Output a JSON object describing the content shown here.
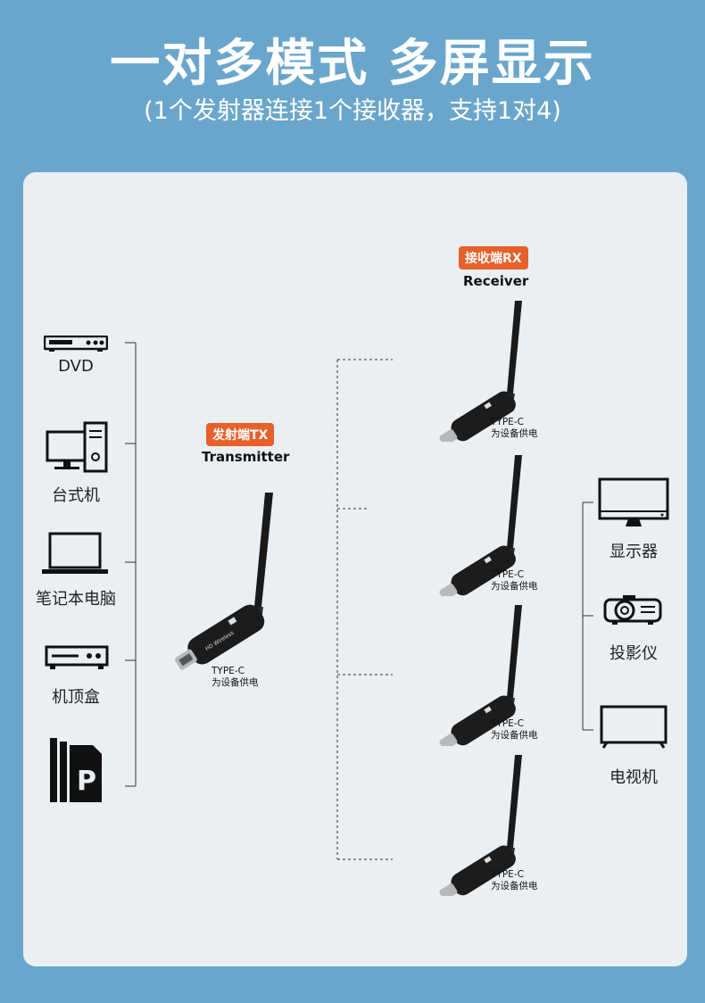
{
  "title": "一对多模式 多屏显示",
  "subtitle": "(1个发射器连接1个接收器，支持1对4)",
  "sources": [
    {
      "icon": "dvd-player-icon",
      "label": "DVD"
    },
    {
      "icon": "desktop-computer-icon",
      "label": "台式机"
    },
    {
      "icon": "laptop-icon",
      "label": "笔记本电脑"
    },
    {
      "icon": "set-top-box-icon",
      "label": "机顶盒"
    },
    {
      "icon": "ps-console-icon",
      "label": ""
    }
  ],
  "transmitter": {
    "badge": "发射端TX",
    "name": "Transmitter",
    "power_line1": "TYPE-C",
    "power_line2": "为设备供电"
  },
  "receiver": {
    "badge": "接收端RX",
    "name": "Receiver",
    "units": [
      {
        "power_line1": "TYPE-C",
        "power_line2": "为设备供电"
      },
      {
        "power_line1": "TYPE-C",
        "power_line2": "为设备供电"
      },
      {
        "power_line1": "TYPE-C",
        "power_line2": "为设备供电"
      },
      {
        "power_line1": "TYPE-C",
        "power_line2": "为设备供电"
      }
    ]
  },
  "displays": [
    {
      "icon": "monitor-icon",
      "label": "显示器"
    },
    {
      "icon": "projector-icon",
      "label": "投影仪"
    },
    {
      "icon": "tv-icon",
      "label": "电视机"
    }
  ],
  "colors": {
    "background": "#6aa6cb",
    "panel": "#e9eff3",
    "badge": "#e7602a"
  }
}
